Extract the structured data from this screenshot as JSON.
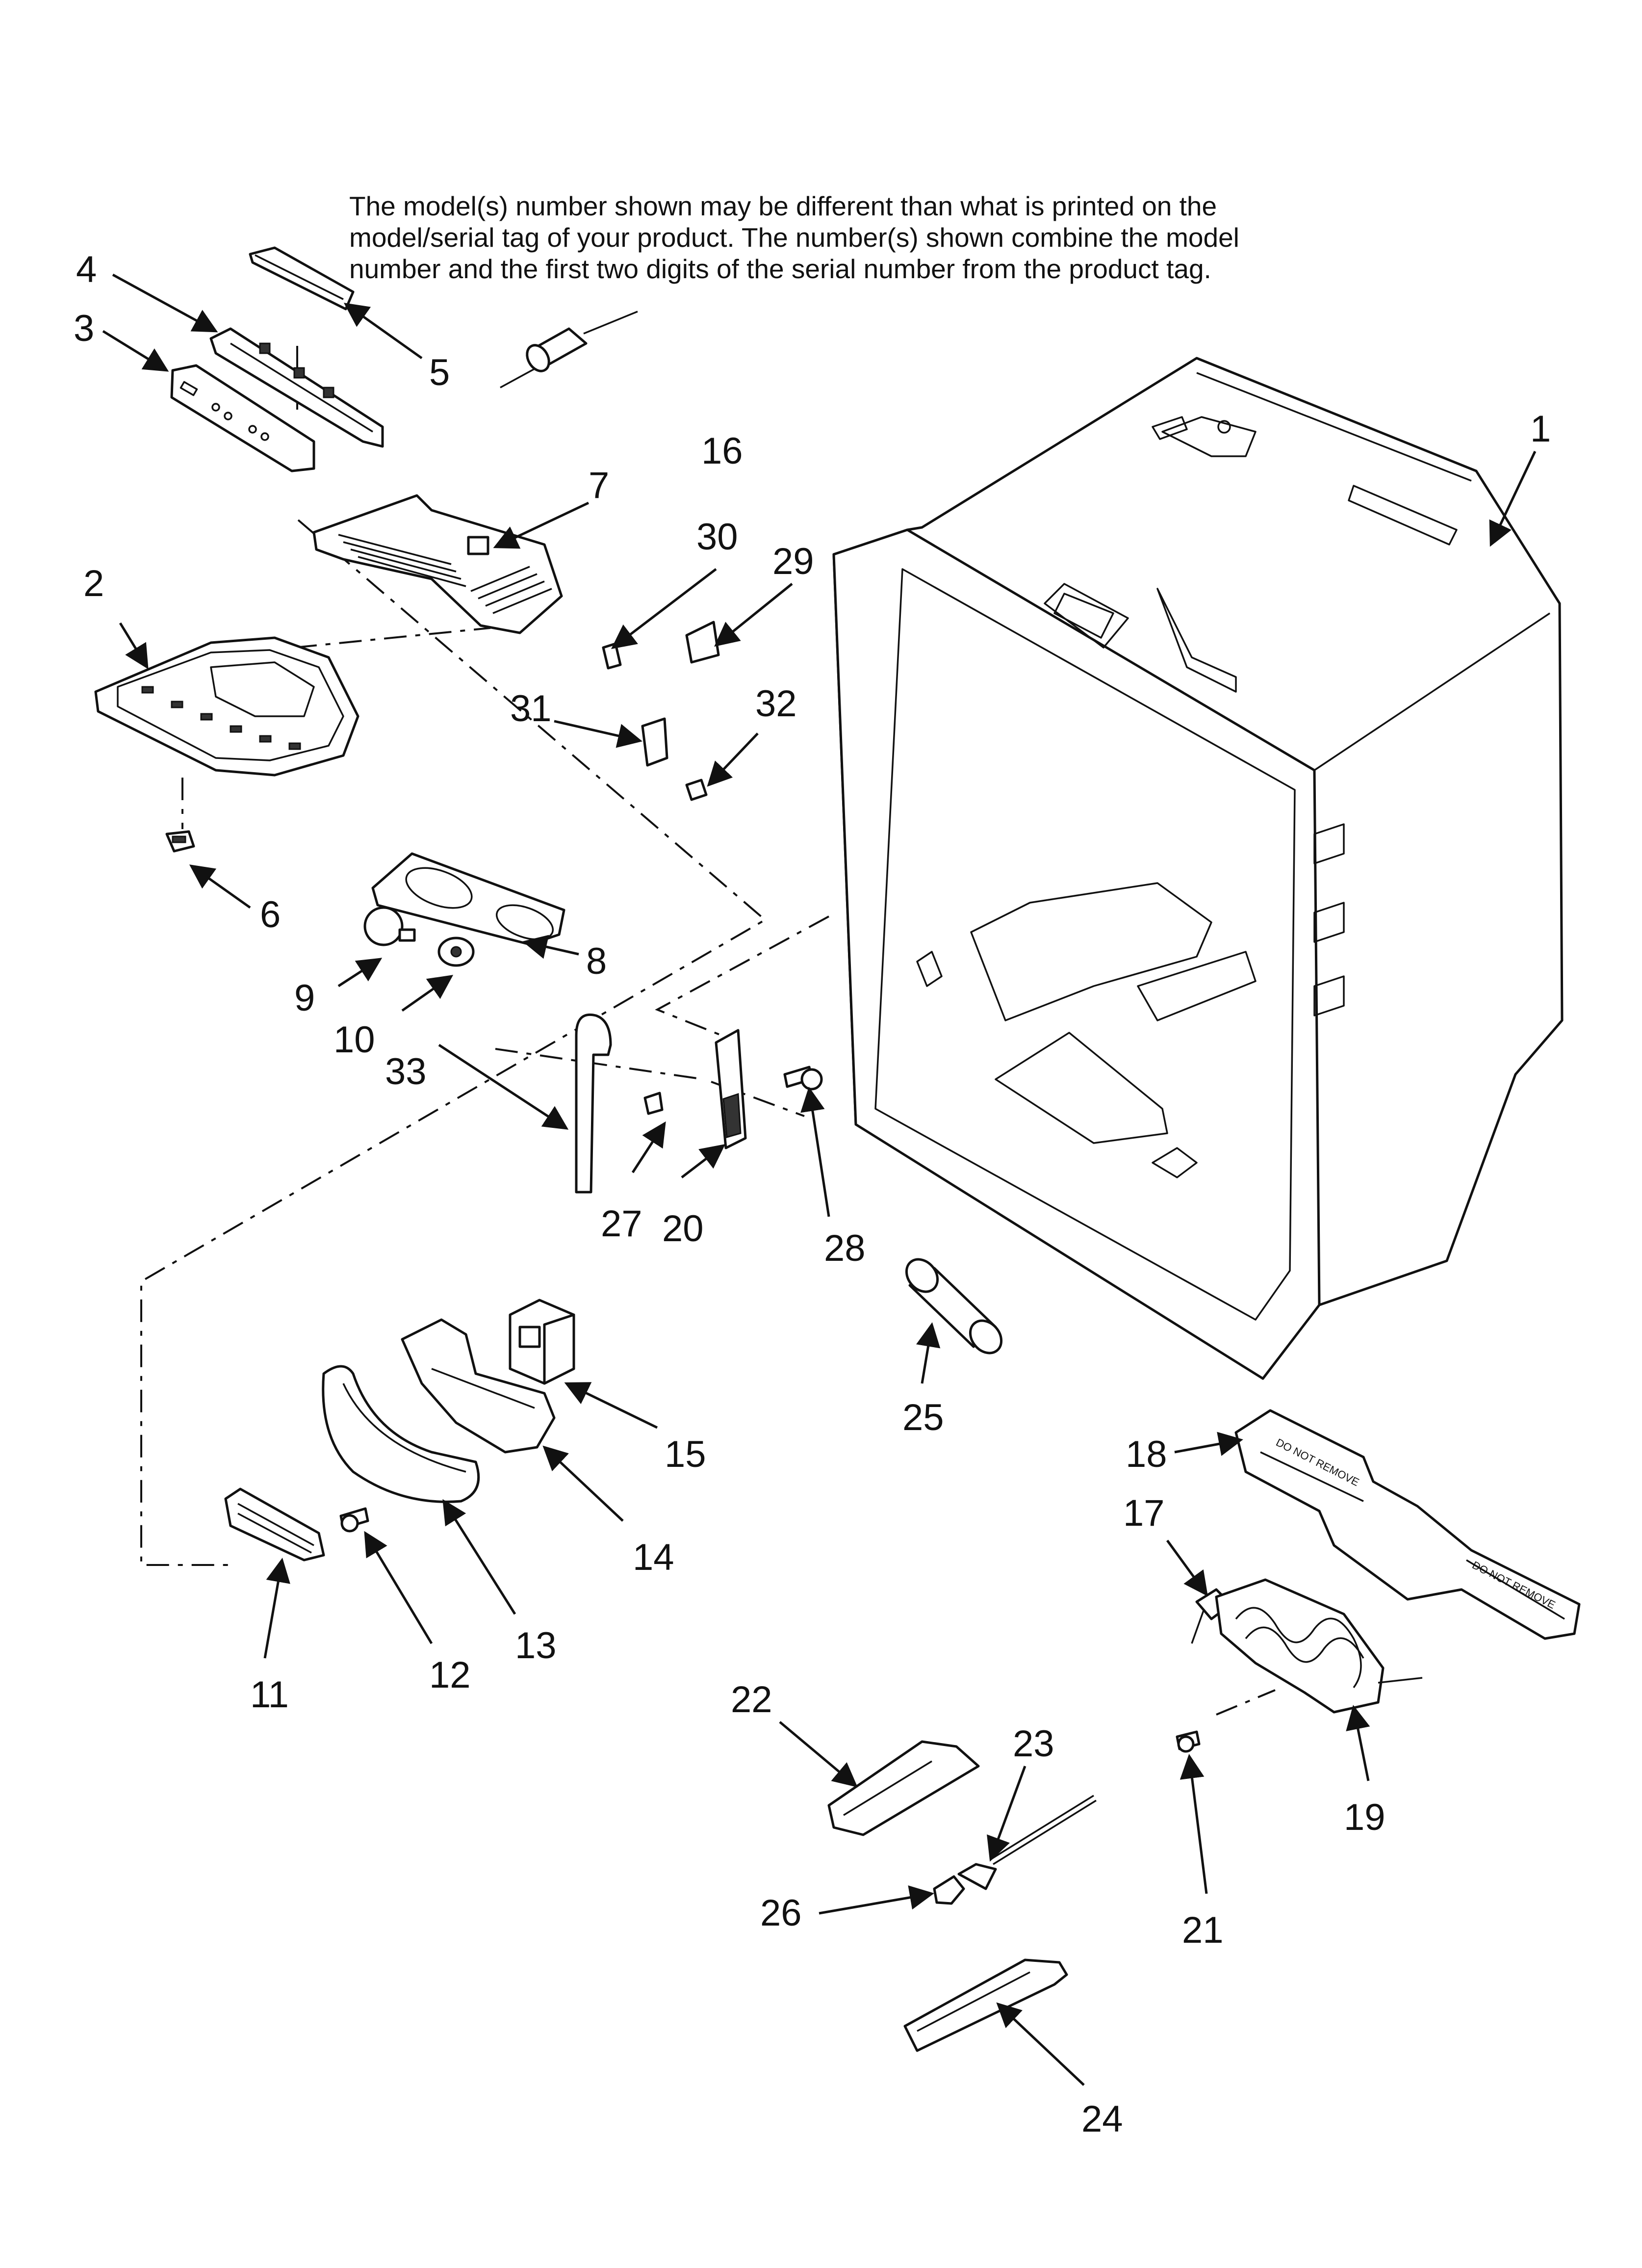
{
  "note_lines": [
    "The model(s) number shown may be different than what is printed on the",
    "model/serial tag of your product. The number(s) shown combine the model",
    "number and the first two digits of the serial number from the product tag."
  ],
  "callouts": [
    "1",
    "2",
    "3",
    "4",
    "5",
    "6",
    "7",
    "8",
    "9",
    "10",
    "11",
    "12",
    "13",
    "14",
    "15",
    "16",
    "17",
    "18",
    "19",
    "20",
    "21",
    "22",
    "23",
    "24",
    "25",
    "26",
    "27",
    "28",
    "29",
    "30",
    "31",
    "32",
    "33"
  ],
  "label_text": {
    "do_not_remove": "DO NOT REMOVE"
  }
}
